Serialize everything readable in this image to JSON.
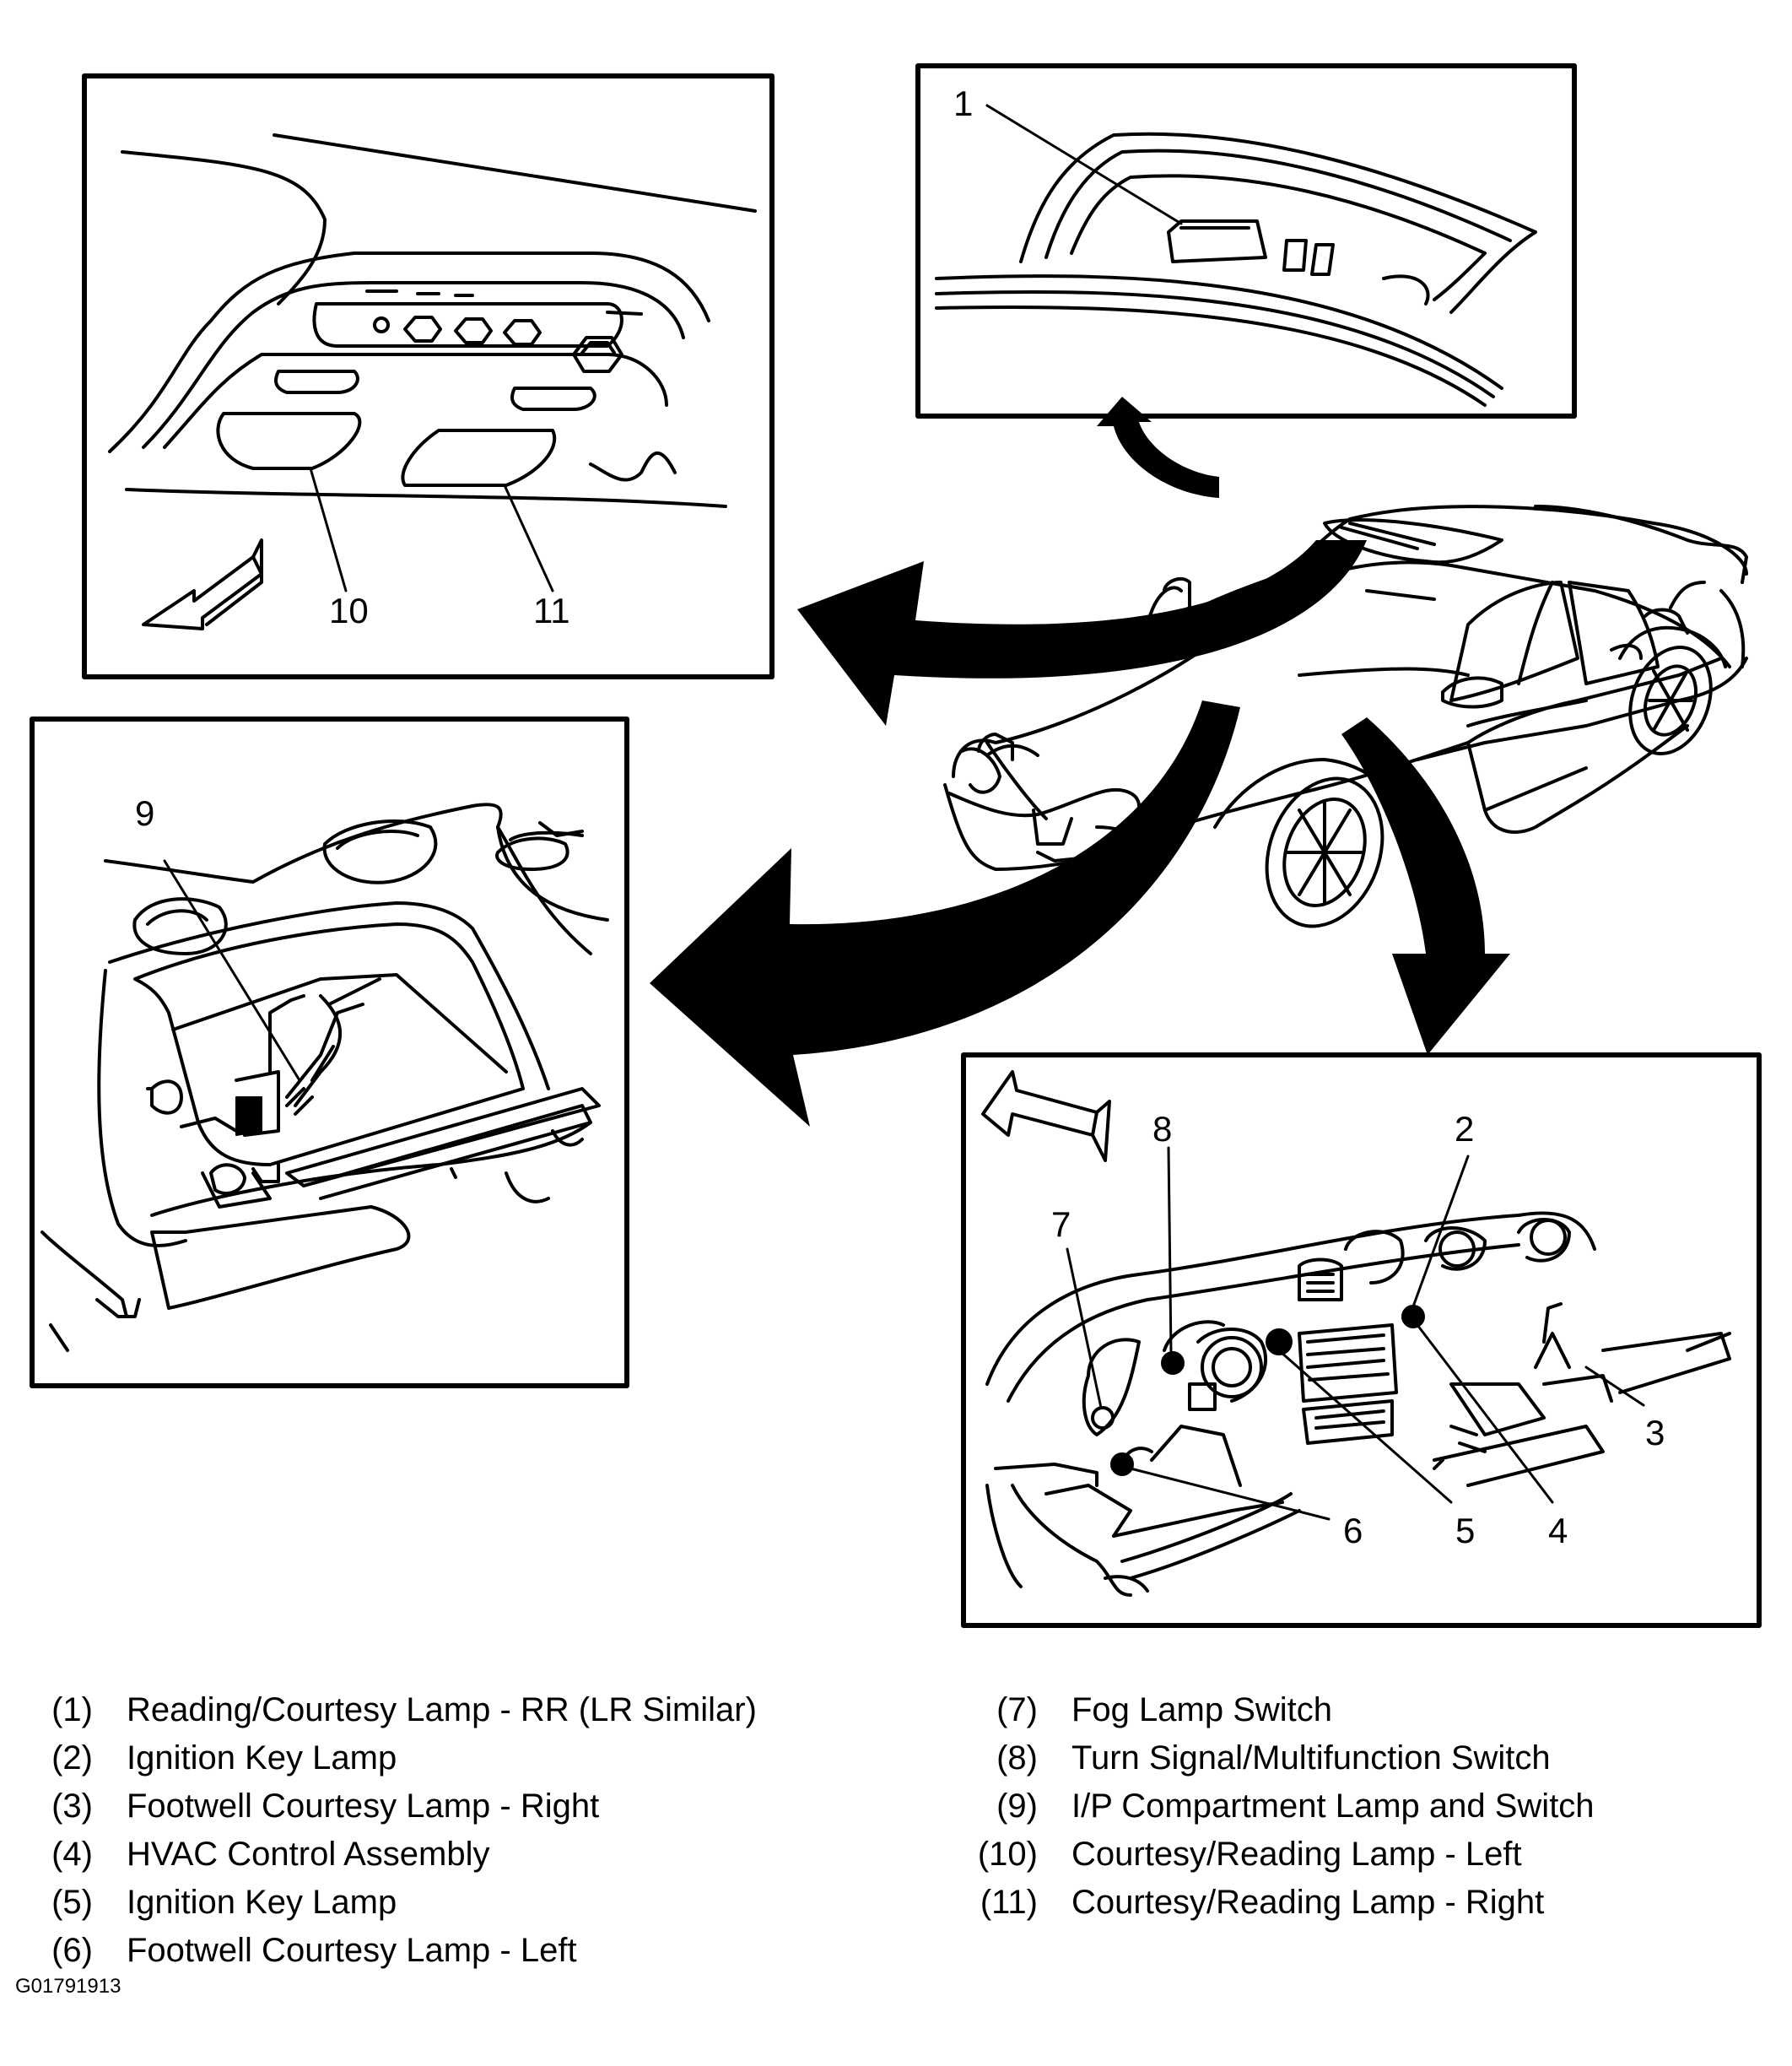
{
  "callouts": {
    "c1": "1",
    "c2": "2",
    "c3": "3",
    "c4": "4",
    "c5": "5",
    "c6": "6",
    "c7": "7",
    "c8": "8",
    "c9": "9",
    "c10": "10",
    "c11": "11"
  },
  "legend": {
    "left": [
      {
        "num": "(1)",
        "text": "Reading/Courtesy Lamp - RR (LR Similar)"
      },
      {
        "num": "(2)",
        "text": "Ignition Key Lamp"
      },
      {
        "num": "(3)",
        "text": "Footwell Courtesy Lamp - Right"
      },
      {
        "num": "(4)",
        "text": "HVAC Control Assembly"
      },
      {
        "num": "(5)",
        "text": "Ignition Key Lamp"
      },
      {
        "num": "(6)",
        "text": "Footwell Courtesy Lamp - Left"
      }
    ],
    "right": [
      {
        "num": "(7)",
        "text": "Fog Lamp Switch"
      },
      {
        "num": "(8)",
        "text": "Turn Signal/Multifunction Switch"
      },
      {
        "num": "(9)",
        "text": "I/P Compartment Lamp and Switch"
      },
      {
        "num": "(10)",
        "text": "Courtesy/Reading Lamp - Left"
      },
      {
        "num": "(11)",
        "text": "Courtesy/Reading Lamp - Right"
      }
    ]
  },
  "figure_id": "G01791913"
}
